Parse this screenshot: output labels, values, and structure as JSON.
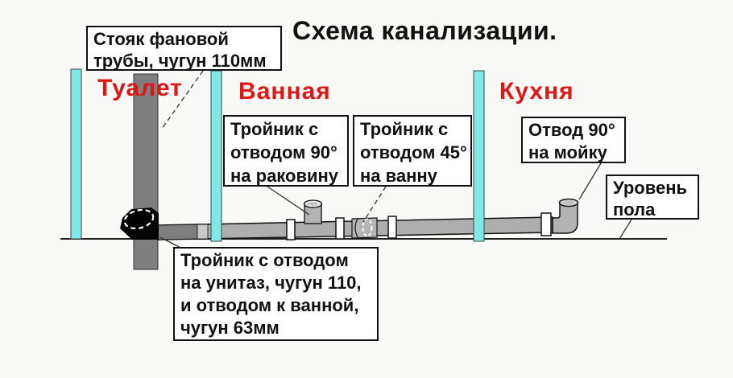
{
  "title": "Схема канализации.",
  "rooms": {
    "toilet": "Туалет",
    "bathroom": "Ванная",
    "kitchen": "Кухня"
  },
  "labels": {
    "stack": {
      "lines": [
        "Стояк фановой",
        "трубы, чугун 110мм"
      ]
    },
    "tee90": {
      "lines": [
        "Тройник с",
        "отводом 90°",
        "на раковину"
      ]
    },
    "tee45": {
      "lines": [
        "Тройник с",
        "отводом 45°",
        "на ванну"
      ]
    },
    "outlet90": {
      "lines": [
        "Отвод 90°",
        "на мойку"
      ]
    },
    "floor_level": {
      "lines": [
        "Уровень",
        "пола"
      ]
    },
    "toilet_tee": {
      "lines": [
        "Тройник с отводом",
        "на унитаз, чугун 110,",
        "и отводом к ванной,",
        "чугун 63мм"
      ]
    }
  },
  "colors": {
    "accent_red": "#dd1715",
    "wall_cyan": "#7fe9e9",
    "pipe_gray": "#aeaeae",
    "pipe_dark_gray": "#7e7e7e",
    "stack_gray": "#7f7f7f",
    "fitting_black": "#000000",
    "callout_bg": "#ffffff",
    "line_black": "#111111"
  }
}
